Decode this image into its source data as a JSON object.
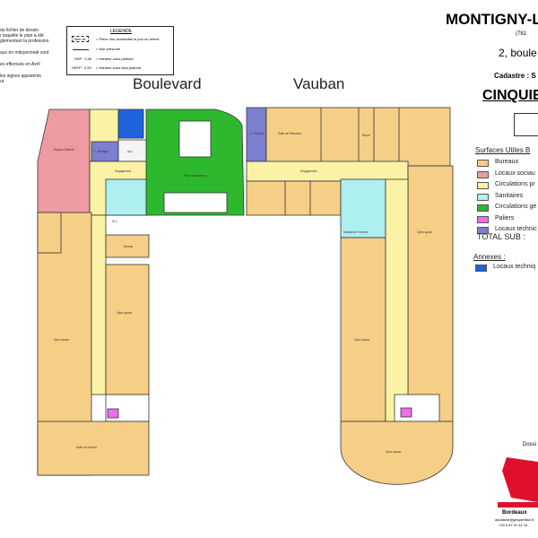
{
  "header": {
    "city": "MONTIGNY-L",
    "postcode": "(781",
    "address": "2, boule",
    "cadastre": "Cadastre : S",
    "floor": "CINQUIE"
  },
  "notes": [
    "du fichier de dessin",
    "r laquelle le plan a été",
    "glementant la profession",
    "aux en mitoyenneté sont",
    "es effectués en Avril",
    "les signes apparents",
    "ut."
  ],
  "legend_box": {
    "title": "LEGENDE",
    "nonacc_tag": "Non ac",
    "nonacc": "= Pièce non accessible le jour du relevé",
    "mur": "= Mur présumé",
    "hsp_tag": "HSP : 0.00",
    "hsp": "= Hauteur sous plafond",
    "hsfp_tag": "HSFP : 0.00",
    "hsfp": "= Hauteur sous faux plafond"
  },
  "streets": {
    "boulevard": "Boulevard",
    "vauban": "Vauban"
  },
  "surfaces": {
    "title": "Surfaces Utiles B",
    "items": [
      {
        "label": "Bureaux",
        "color": "#f6cf86"
      },
      {
        "label": "Locaux sociau",
        "color": "#ee9aa3"
      },
      {
        "label": "Circulations pr",
        "color": "#fbf2a6"
      },
      {
        "label": "Sanitaires",
        "color": "#aeeff0"
      },
      {
        "label": "Circulations gé",
        "color": "#2eb82e"
      },
      {
        "label": "Paliers",
        "color": "#ee6ee8"
      },
      {
        "label": "Locaux technic",
        "color": "#7b7fd0"
      }
    ],
    "total": "TOTAL SUB  :"
  },
  "annexes": {
    "title": "Annexes :",
    "items": [
      {
        "label": "Locaux techniq",
        "color": "#1f63dd"
      }
    ]
  },
  "rooms": {
    "detente": "Espace Détente",
    "local": "L. Ménage",
    "asc": "Asc.",
    "palier": "Palier Ascenseurs",
    "degagement": "Dégagement",
    "bureau": "Bureau",
    "open": "Open space",
    "reunion": "Salle de Réunions",
    "wc": "W.C.",
    "sanit": "Sanitaires Femmes",
    "reunion2": "Salle de réunion",
    "lt": "L.T. Bureau",
    "repro": "Repro"
  },
  "company": {
    "dossier": "Dossi",
    "city": "Bordeaux",
    "email": "aquitaine@geoperitise.fr",
    "phone": "+33 5 87 01 41 10"
  }
}
